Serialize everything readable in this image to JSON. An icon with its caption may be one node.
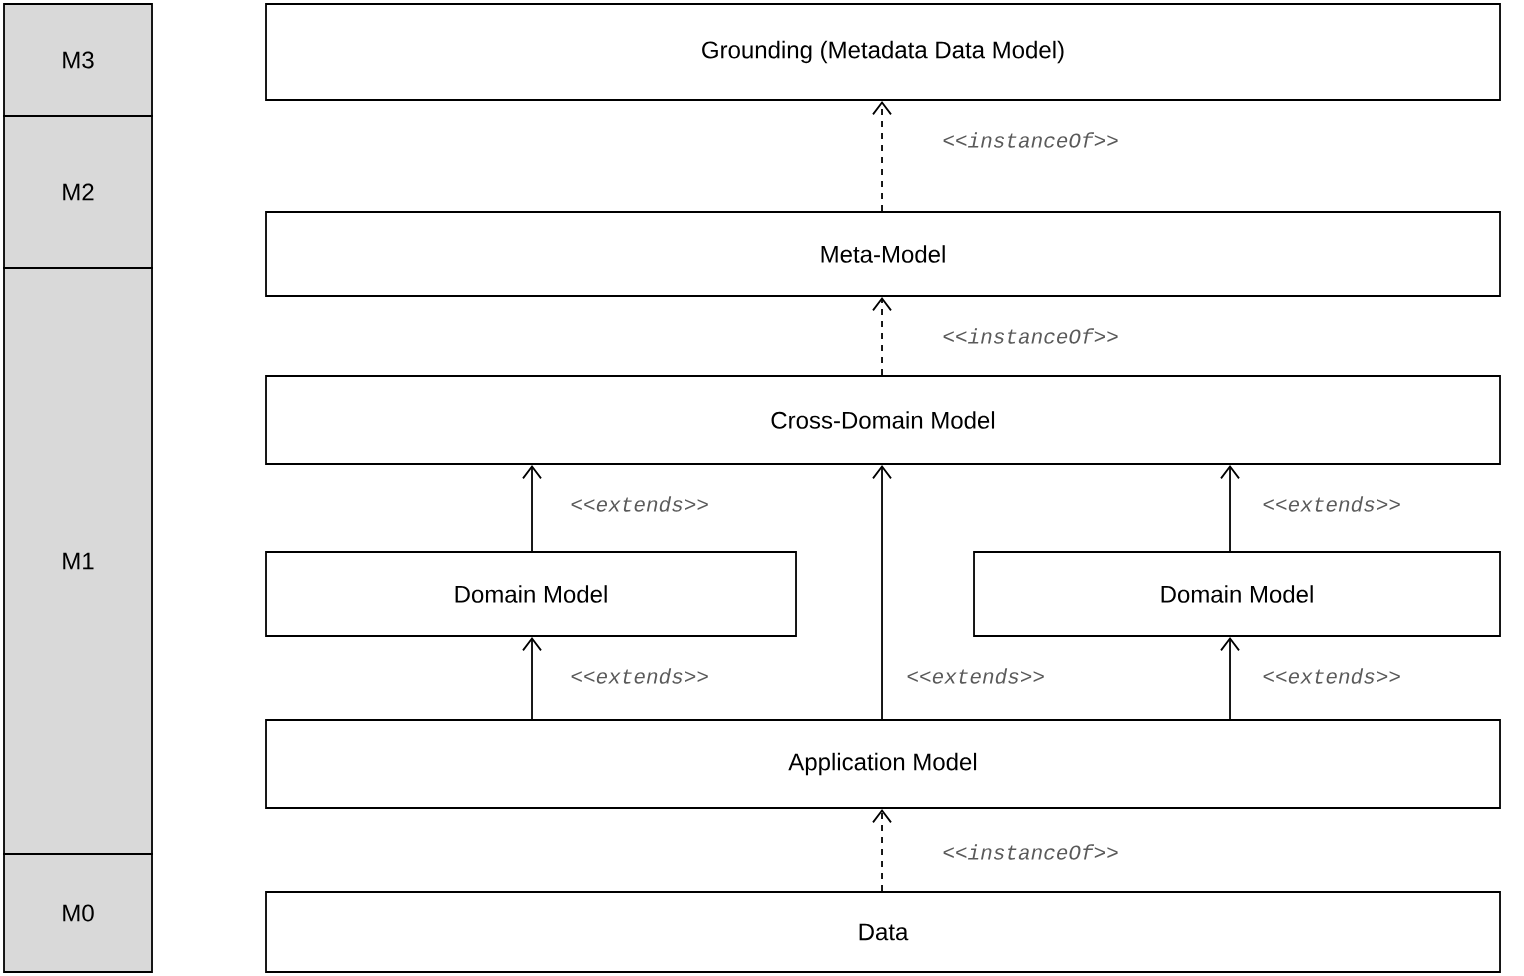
{
  "diagram": {
    "nodes": [
      {
        "text": [
          "M3"
        ]
      },
      {
        "text": [
          "M2"
        ]
      },
      {
        "text": [
          "M1"
        ]
      },
      {
        "text": [
          "M0"
        ]
      },
      {
        "text": [
          "Grounding (Metadata Data Model)"
        ]
      },
      {
        "text": [
          "Meta-Model"
        ]
      },
      {
        "text": [
          "Cross-Domain Model"
        ]
      },
      {
        "text": [
          "Domain Model"
        ]
      },
      {
        "text": [
          "Domain Model"
        ]
      },
      {
        "text": [
          "Application Model"
        ]
      },
      {
        "text": [
          "Data"
        ]
      }
    ],
    "edges": [
      {
        "from": 5,
        "to": 4,
        "arrow": "to",
        "style": "dashed",
        "label": "<<instanceOf>>"
      },
      {
        "from": 6,
        "to": 5,
        "arrow": "to",
        "style": "dashed",
        "label": "<<instanceOf>>"
      },
      {
        "from": 7,
        "to": 6,
        "arrow": "to",
        "label": "<<extends>>"
      },
      {
        "from": 8,
        "to": 6,
        "arrow": "to",
        "label": "<<extends>>"
      },
      {
        "from": 9,
        "to": 7,
        "arrow": "to",
        "label": "<<extends>>"
      },
      {
        "from": 9,
        "to": 6,
        "arrow": "to",
        "label": "<<extends>>"
      },
      {
        "from": 9,
        "to": 8,
        "arrow": "to",
        "label": "<<extends>>"
      },
      {
        "from": 10,
        "to": 9,
        "arrow": "to",
        "style": "dashed",
        "label": "<<instanceOf>>"
      }
    ]
  }
}
